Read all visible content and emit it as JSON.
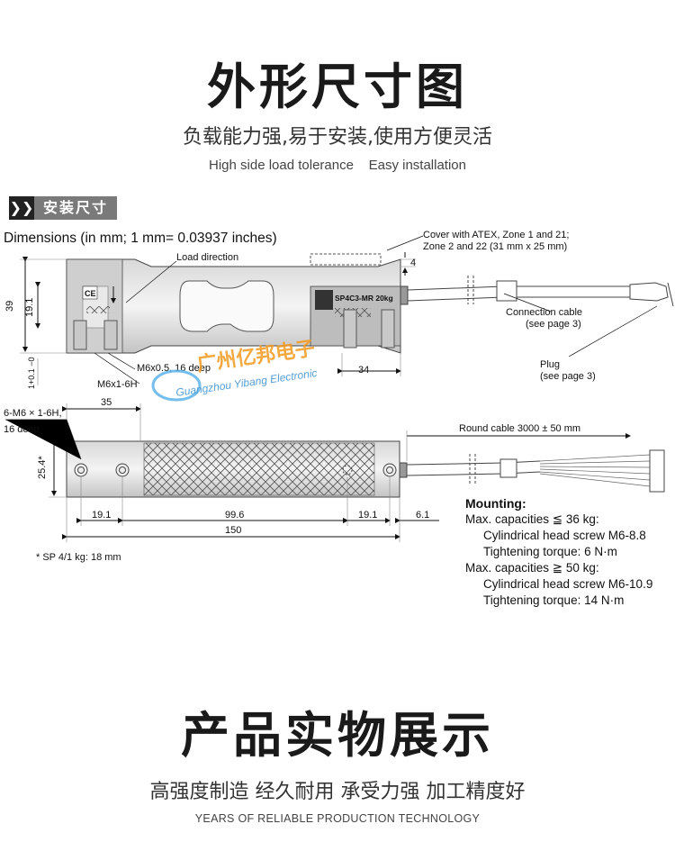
{
  "section1": {
    "title": "外形尺寸图",
    "subtitle_cn": "负载能力强,易于安装,使用方便灵活",
    "subtitle_en": "High side load tolerance    Easy installation"
  },
  "badge": {
    "arrow": "❯❯",
    "label": "安装尺寸"
  },
  "drawing": {
    "dimensions_note": "Dimensions (in mm; 1 mm= 0.03937 inches)",
    "load_direction": "Load direction",
    "cover_note_1": "Cover with ATEX, Zone 1 and 21;",
    "cover_note_2": "Zone 2 and 22 (31 mm x 25 mm)",
    "dim_4": "4",
    "dim_39": "39",
    "dim_19_1_v": "19.1",
    "dim_tol": "1+0.1 −0",
    "thread_1": "M6x0.5, 16 deep",
    "thread_2": "M6x1-6H",
    "dim_34": "34",
    "model_label": "SP4C3-MR 20kg",
    "connection_cable_1": "Connection cable",
    "connection_cable_2": "(see page  3)",
    "plug_1": "Plug",
    "plug_2": "(see page 3)",
    "dim_35": "35",
    "holes_1": "6-M6 × 1-6H,",
    "holes_2": "16 deep",
    "round_cable": "Round cable 3000 ± 50 mm",
    "dim_25_4": "25.4*",
    "dim_19_1_a": "19.1",
    "dim_99_6": "99.6",
    "dim_19_1_b": "19.1",
    "dim_6_1": "6.1",
    "dim_150": "150",
    "footnote": "* SP 4/1 kg: 18 mm",
    "watermark_cn": "广州亿邦电子",
    "watermark_en": "Guangzhou Yibang Electronic"
  },
  "mounting": {
    "heading": "Mounting:",
    "line1": "Max. capacities ≦ 36 kg:",
    "line2": "Cylindrical head screw M6-8.8",
    "line3": "Tightening torque: 6 N·m",
    "line4": "Max. capacities ≧ 50 kg:",
    "line5": "Cylindrical head screw M6-10.9",
    "line6": "Tightening torque: 14 N·m"
  },
  "section2": {
    "title": "产品实物展示",
    "subtitle_cn": "高强度制造 经久耐用 承受力强 加工精度好",
    "subtitle_en": "YEARS OF RELIABLE PRODUCTION TECHNOLOGY"
  }
}
